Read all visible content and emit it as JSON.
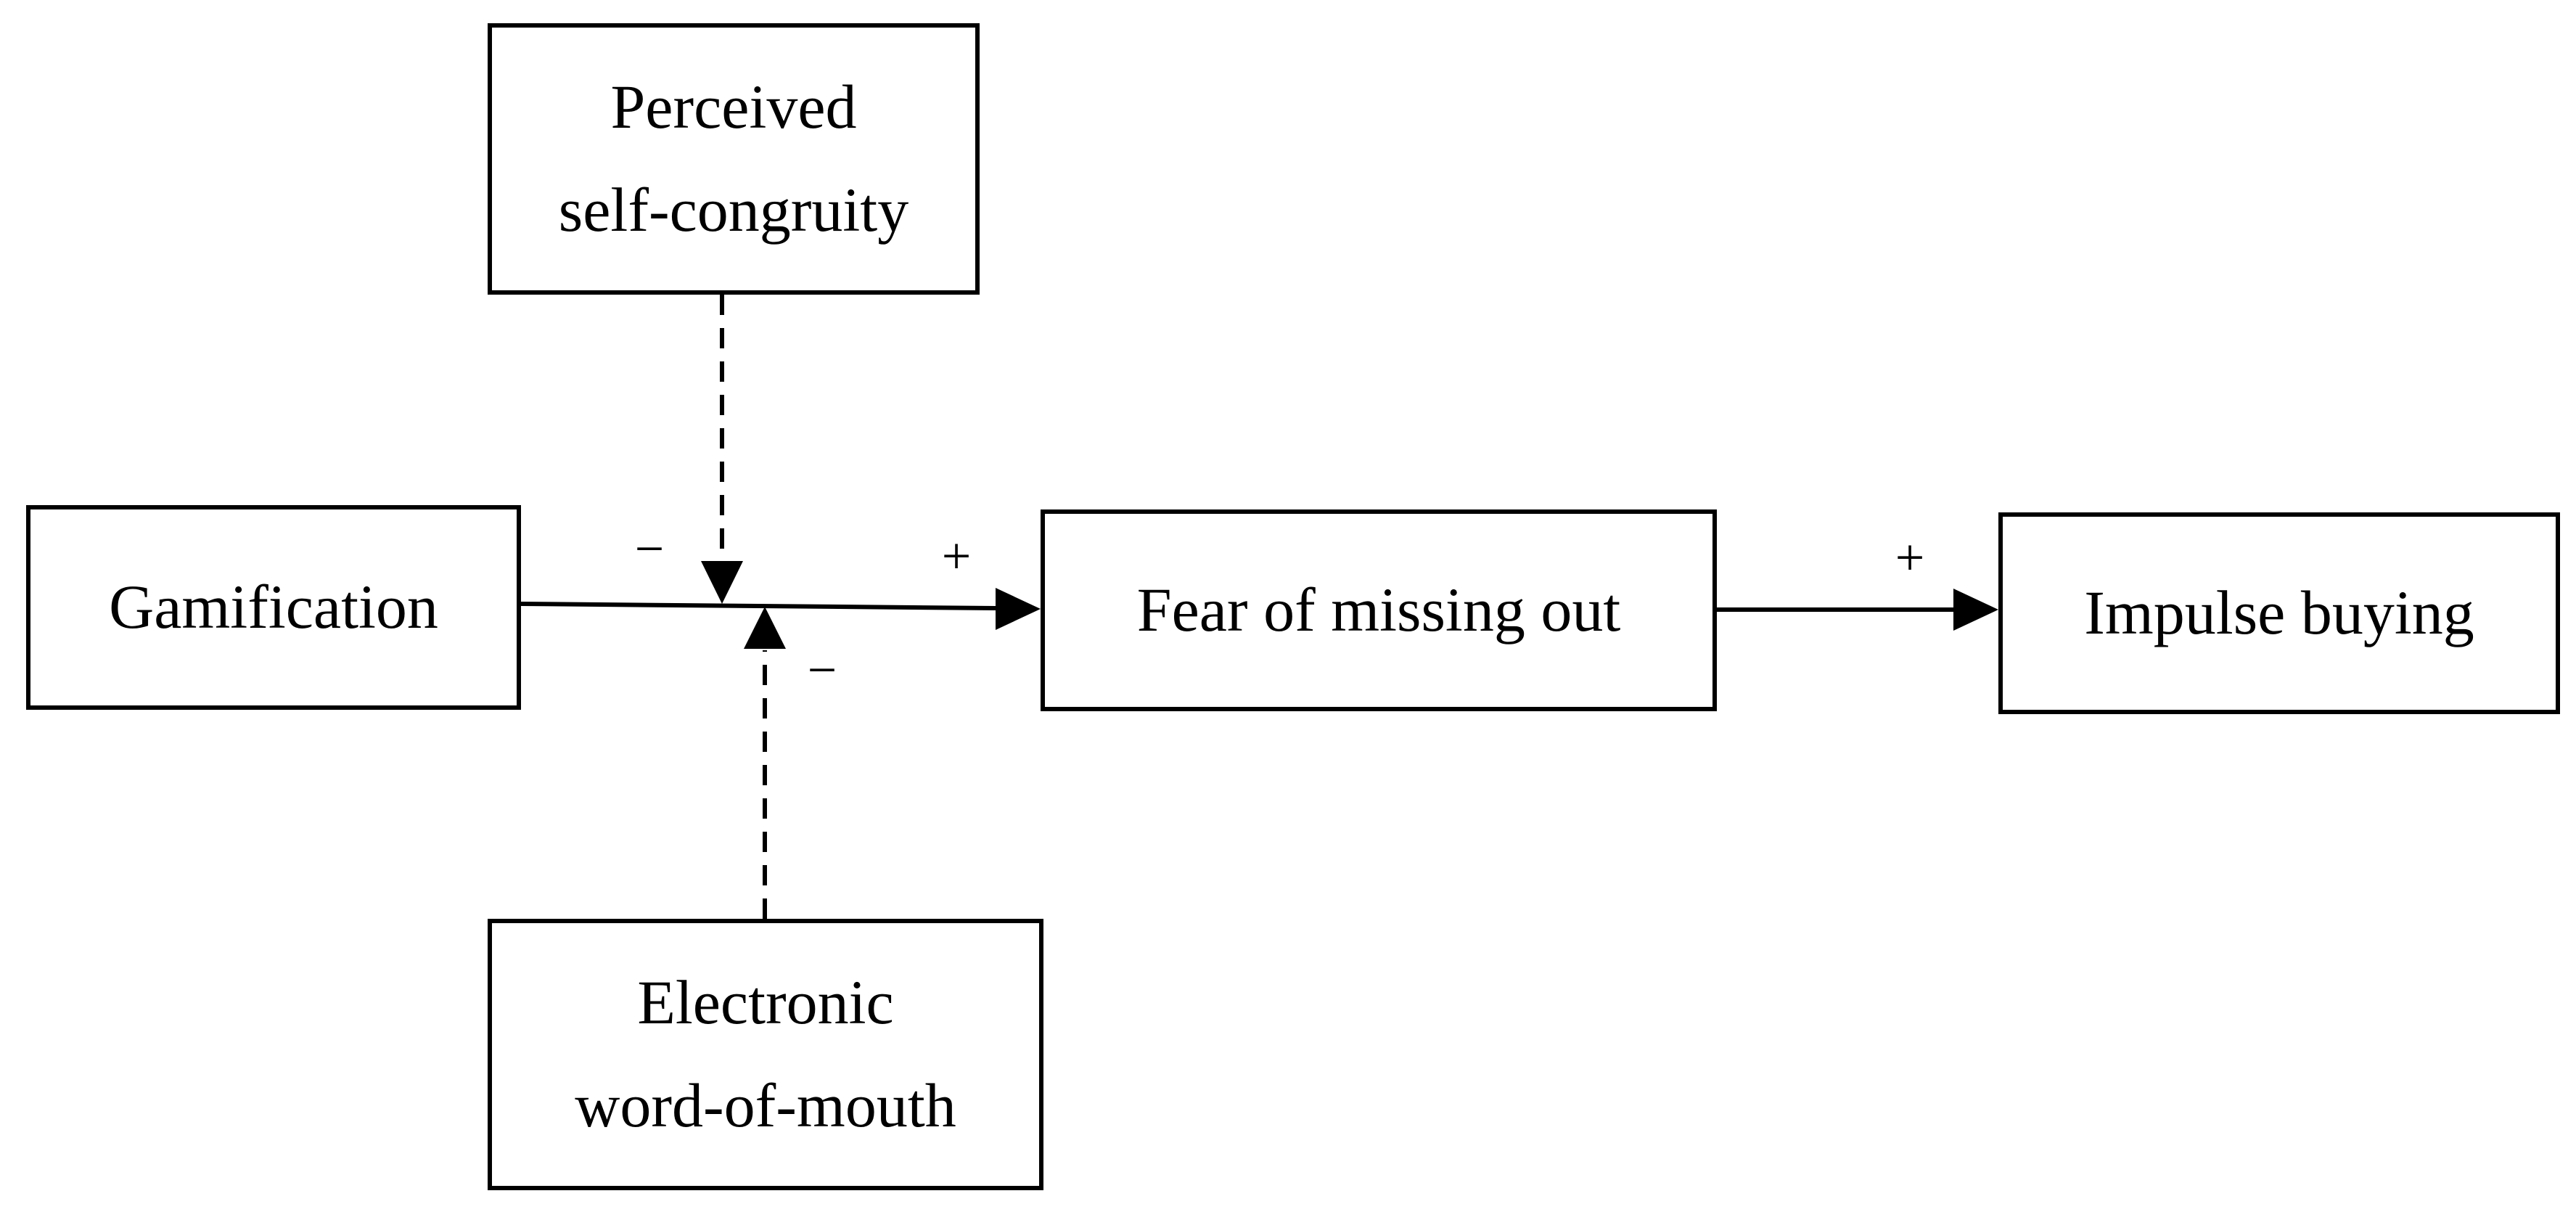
{
  "nodes": {
    "self_congruity": {
      "line1": "Perceived",
      "line2": "self-congruity"
    },
    "gamification": {
      "label": "Gamification"
    },
    "fomo": {
      "label": "Fear of missing out"
    },
    "impulse": {
      "label": "Impulse buying"
    },
    "ewom": {
      "line1": "Electronic",
      "line2": "word-of-mouth"
    }
  },
  "edges": [
    {
      "from": "Gamification",
      "to": "Fear of missing out",
      "sign": "+",
      "style": "solid"
    },
    {
      "from": "Fear of missing out",
      "to": "Impulse buying",
      "sign": "+",
      "style": "solid"
    },
    {
      "from": "Perceived self-congruity",
      "to": "Gamification → Fear of missing out",
      "sign": "−",
      "style": "dashed"
    },
    {
      "from": "Electronic word-of-mouth",
      "to": "Gamification → Fear of missing out",
      "sign": "−",
      "style": "dashed"
    }
  ],
  "colors": {
    "line": "#000000",
    "background": "#ffffff"
  }
}
